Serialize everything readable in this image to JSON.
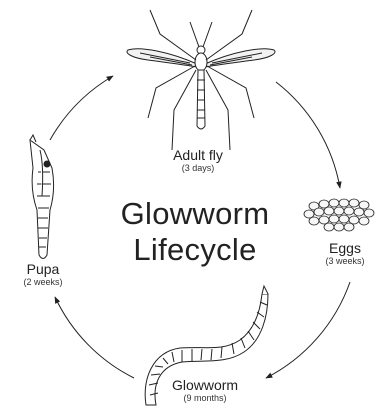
{
  "title": {
    "line1": "Glowworm",
    "line2": "Lifecycle"
  },
  "stages": {
    "adult": {
      "name": "Adult fly",
      "duration": "(3 days)"
    },
    "eggs": {
      "name": "Eggs",
      "duration": "(3 weeks)"
    },
    "glowworm": {
      "name": "Glowworm",
      "duration": "(9 months)"
    },
    "pupa": {
      "name": "Pupa",
      "duration": "(2 weeks)"
    }
  },
  "colors": {
    "line": "#222222",
    "text": "#222222"
  }
}
